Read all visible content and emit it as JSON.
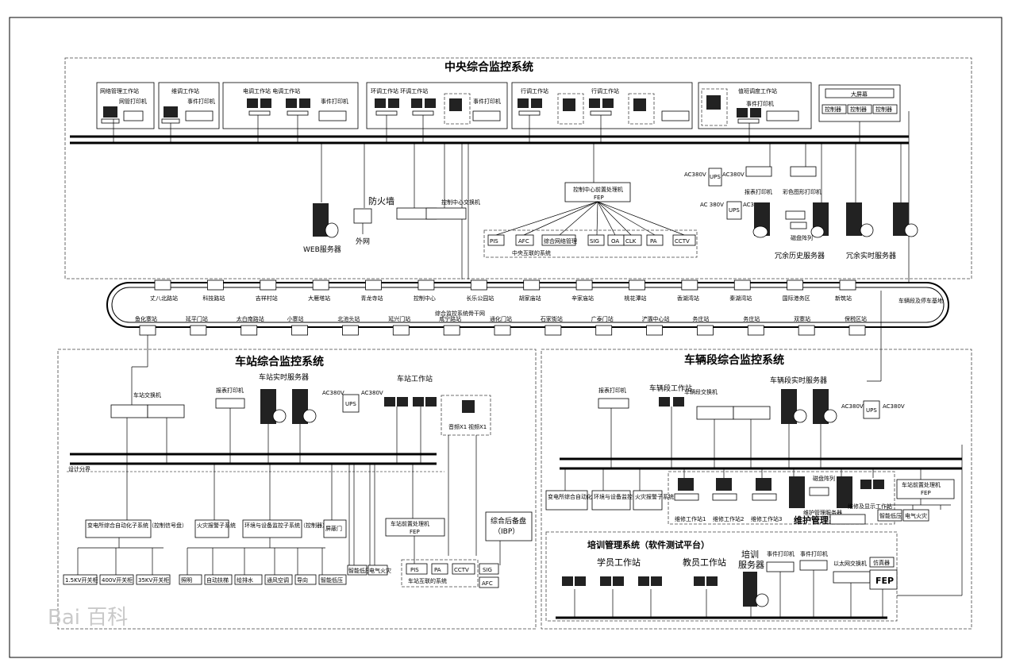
{
  "central": {
    "title": "中央综合监控系统",
    "groups": [
      {
        "a": "网络管理工作站",
        "b": "网管打印机"
      },
      {
        "a": "维调工作站",
        "b": "事件打印机"
      },
      {
        "a": "电调工作站 电调工作站",
        "b": "事件打印机"
      },
      {
        "a": "环调工作站 环调工作站",
        "b": "事件打印机"
      },
      {
        "a": "行调工作站",
        "b": "行调工作站"
      },
      {
        "a": "值班调度工作站",
        "b": "事件打印机"
      }
    ],
    "bigscreen": {
      "title": "大屏幕",
      "ctrls": [
        "控制器",
        "控制器",
        "控制器"
      ]
    },
    "web_server": "WEB服务器",
    "firewall": "防火墙",
    "external": "外网",
    "center_switch": "控制中心交换机",
    "fep_line1": "控制中心前置处理机",
    "fep_line2": "FEP",
    "systems": [
      "PIS",
      "AFC",
      "综合网络管理",
      "SIG",
      "OA",
      "CLK",
      "PA",
      "CCTV"
    ],
    "systems_label": "中央互联的系统",
    "ups": "UPS",
    "ac380": "AC380V",
    "ac380b": "AC 380V",
    "report_printer": "报表打印机",
    "color_printer": "彩色图形打印机",
    "disk_array": "磁盘阵列",
    "hist_server": "冗余历史服务器",
    "rt_server": "冗余实时服务器"
  },
  "ring": {
    "top_stations": [
      "丈八北路站",
      "科技路站",
      "吉祥村站",
      "大雁塔站",
      "青龙寺站",
      "控制中心",
      "长乐公园站",
      "胡家庙站",
      "辛家庙站",
      "桃花潭站",
      "香湖湾站",
      "秦湖湾站",
      "国际港务区",
      "新筑站"
    ],
    "bottom_stations": [
      "鱼化寨站",
      "延平门站",
      "太白南路站",
      "小寨站",
      "北池头站",
      "延兴门站",
      "咸宁路站",
      "通化门站",
      "石家街站",
      "广泰门站",
      "浐灞中心站",
      "务庄站",
      "务庄站",
      "双寨站",
      "保税区站"
    ],
    "center_label": "综合监控系统骨干网",
    "depot_label": "车辆段及停车基地"
  },
  "station": {
    "title": "车站综合监控系统",
    "switch": "车站交换机",
    "report_printer": "报表打印机",
    "rt_server": "车站实时服务器",
    "workstation": "车站工作站",
    "ups": "UPS",
    "ac380": "AC380V",
    "audio": "音频X1",
    "video": "视频X1",
    "design_boundary": "设计分界",
    "power": "变电所综合自动化子系统（控制信号盘）",
    "fire": "火灾报警子系统",
    "env": "环境与设备监控子系统（控制器）",
    "screen_door": "屏蔽门",
    "fep_line1": "车站前置处理机",
    "fep_line2": "FEP",
    "ibp_line1": "综合后备盘",
    "ibp_line2": "（IBP）",
    "bottom": [
      "1.5KV开关柜",
      "400V开关柜",
      "35KV开关柜",
      "照明",
      "自动扶梯",
      "给排水",
      "通风空调",
      "导向",
      "智能低压"
    ],
    "small": [
      "智能低压",
      "电气火灾"
    ],
    "systems": [
      "PIS",
      "PA",
      "CCTV",
      "SIG",
      "AFC"
    ],
    "systems_label": "车站互联的系统"
  },
  "depot": {
    "title": "车辆段综合监控系统",
    "report_printer": "报表打印机",
    "workstation": "车辆段工作站",
    "switch": "车辆段交换机",
    "rt_server": "车辆段实时服务器",
    "ups": "UPS",
    "ac380": "AC380V",
    "power": "变电所综合自动化子系统",
    "env": "环境与设备监控子系统",
    "fire": "火灾报警子系统",
    "maint_ws": [
      "维修工作站1",
      "维修工作站2",
      "维修工作站3"
    ],
    "disk_array": "磁盘阵列",
    "maint_server": "维护管理服务器",
    "maint_display": "维修及显示工作站",
    "maint_system": "维护管理系统",
    "fep_line1": "车站前置处理机",
    "fep_line2": "FEP",
    "small": [
      "智能低压",
      "电气火灾"
    ],
    "training_title": "培训管理系统（软件测试平台）",
    "student_ws": "学员工作站",
    "teacher_ws": "教员工作站",
    "training_server_1": "培训",
    "training_server_2": "服务器",
    "event_printer": "事件打印机",
    "eth_switch": "以太网交换机",
    "simulator": "仿真器",
    "fep": "FEP"
  },
  "watermark": "Bai 百科"
}
